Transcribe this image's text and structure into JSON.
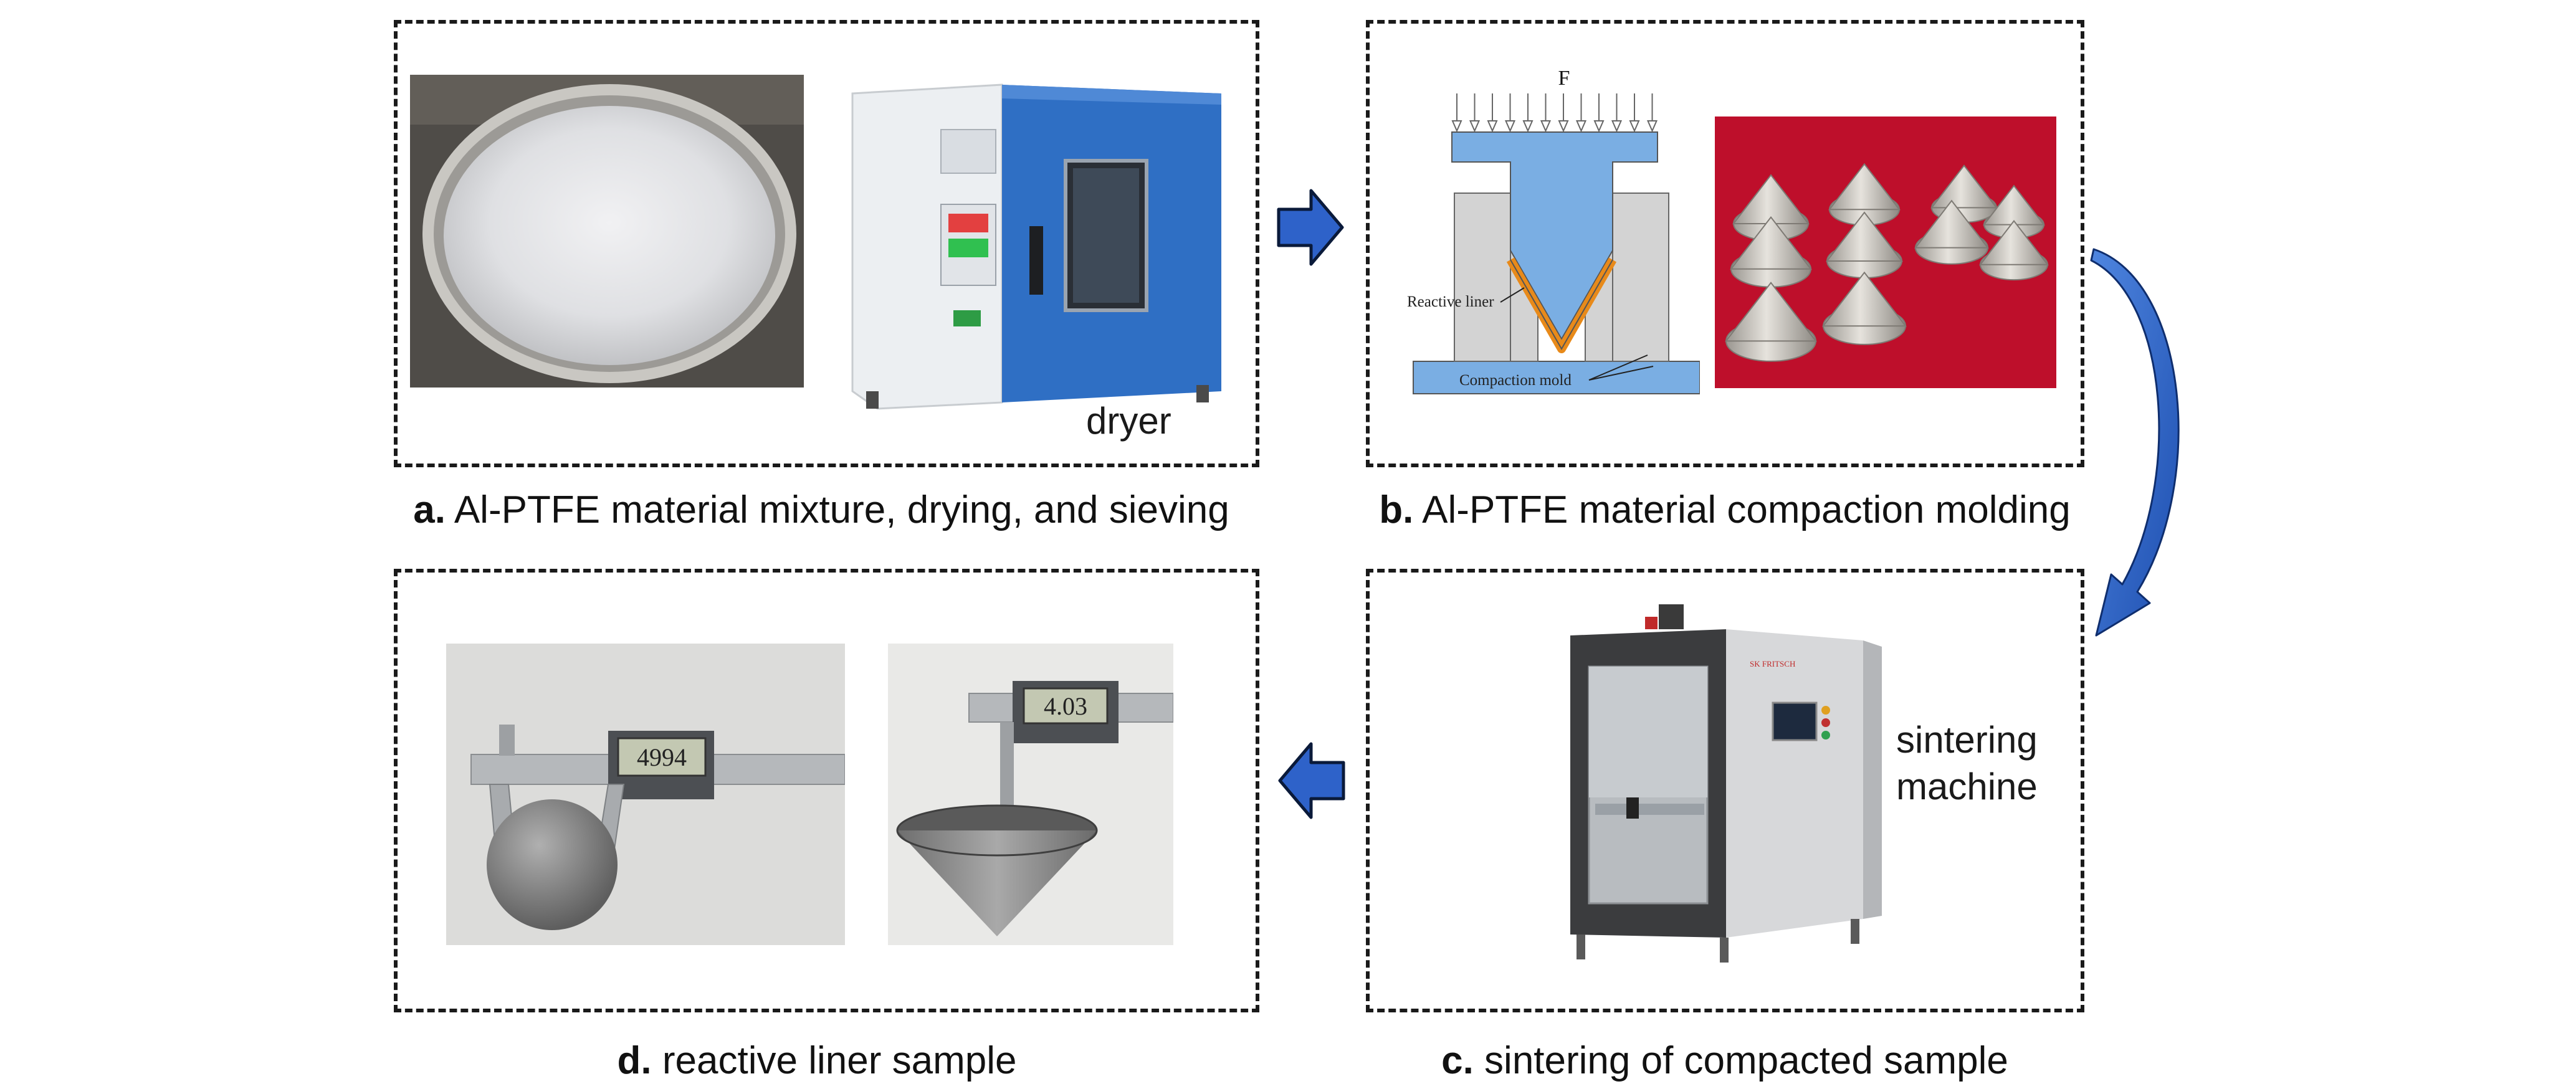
{
  "captions": {
    "a": {
      "letter": "a.",
      "text": "Al-PTFE material mixture, drying, and sieving"
    },
    "b": {
      "letter": "b.",
      "text": "Al-PTFE material compaction molding"
    },
    "c": {
      "letter": "c.",
      "text": "sintering of compacted sample"
    },
    "d": {
      "letter": "d.",
      "text": "reactive liner sample"
    }
  },
  "labels": {
    "dryer": "dryer",
    "sintering_machine_line1": "sintering",
    "sintering_machine_line2": "machine"
  },
  "schematic": {
    "force": "F",
    "reactive_liner": "Reactive liner",
    "compaction_mold": "Compaction mold"
  },
  "calipers": {
    "reading_1": "4994",
    "reading_2": "4.03"
  },
  "colors": {
    "arrow_blue": "#2e62c9",
    "punch_blue": "#7aaee3",
    "mold_gray": "#d3d3d3",
    "liner_orange": "#e88a1a",
    "dryer_blue": "#2f6fc4",
    "red_cloth": "#c8102e"
  },
  "icons": [
    "arrow-right-icon",
    "arrow-left-icon",
    "curved-arrow-down-icon"
  ]
}
